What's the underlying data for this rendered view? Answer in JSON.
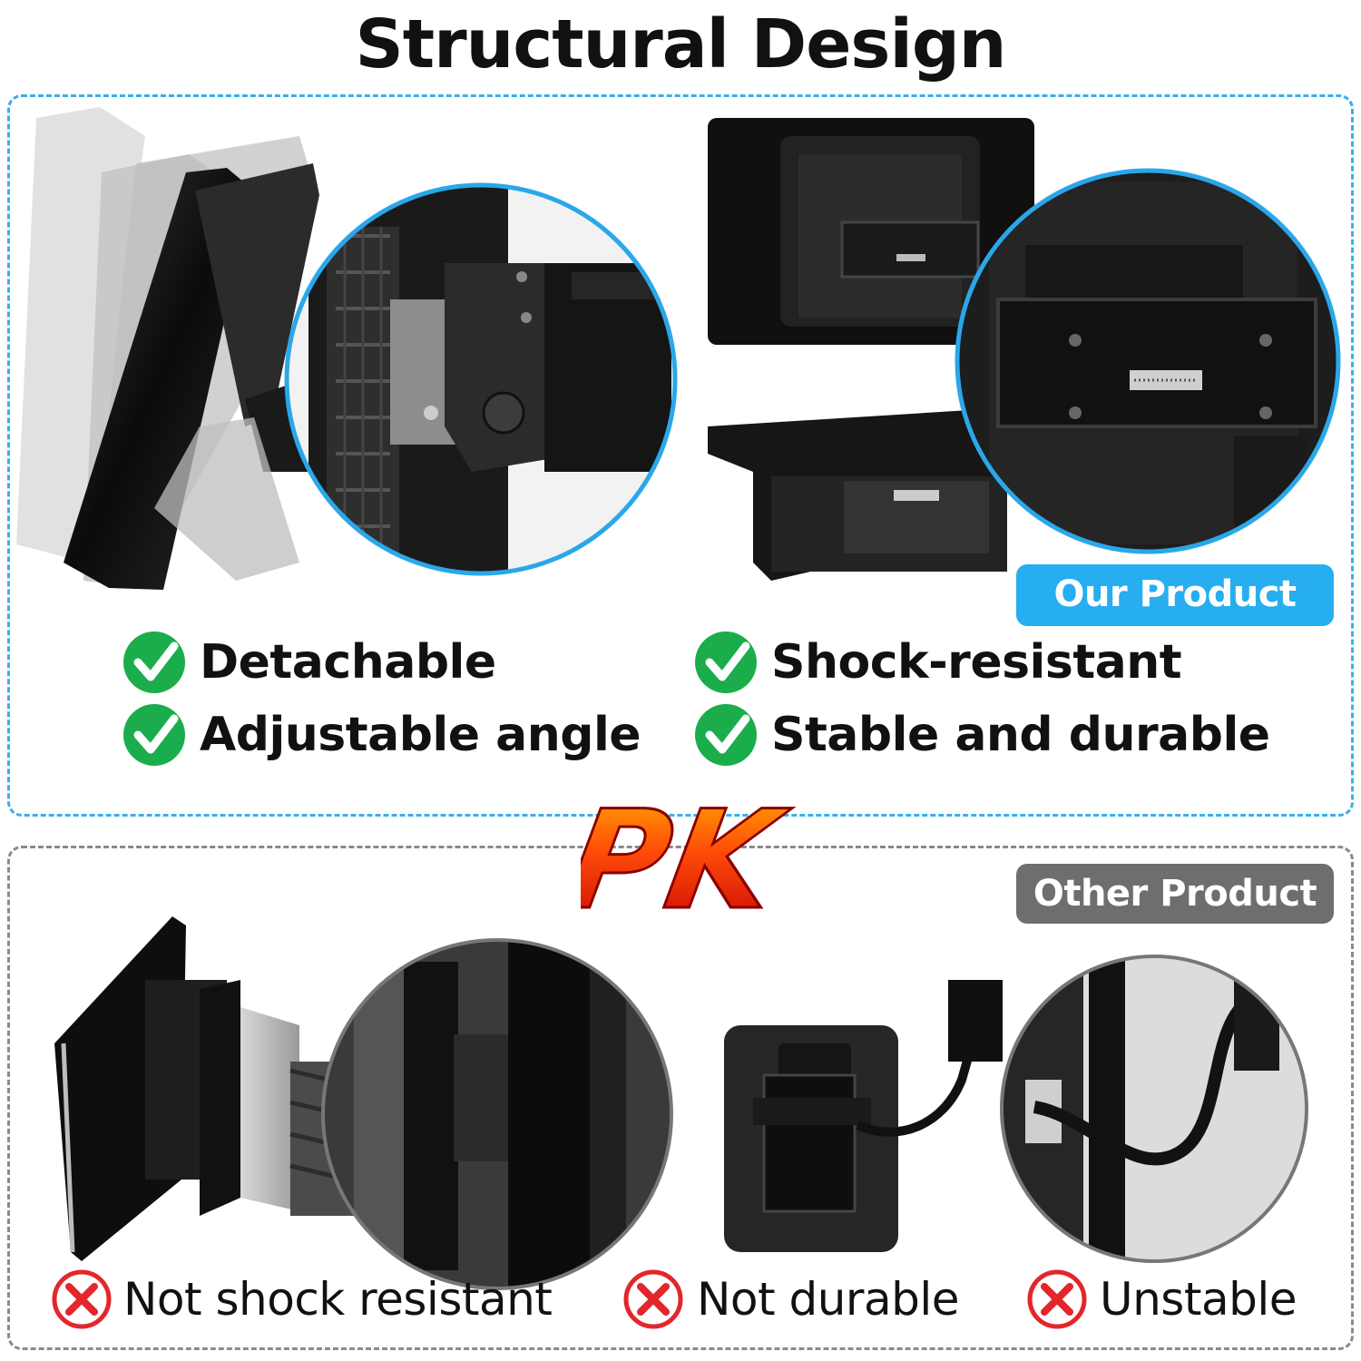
{
  "page": {
    "title": "Structural Design"
  },
  "our_product": {
    "badge": "Our Product",
    "features": [
      {
        "label": "Detachable",
        "icon": "check-circle-icon"
      },
      {
        "label": "Adjustable angle",
        "icon": "check-circle-icon"
      },
      {
        "label": "Shock-resistant",
        "icon": "check-circle-icon"
      },
      {
        "label": "Stable and durable",
        "icon": "check-circle-icon"
      }
    ]
  },
  "versus": {
    "label": "PK"
  },
  "other_product": {
    "badge": "Other Product",
    "issues": [
      {
        "label": "Not shock resistant",
        "icon": "x-circle-icon"
      },
      {
        "label": "Not durable",
        "icon": "x-circle-icon"
      },
      {
        "label": "Unstable",
        "icon": "x-circle-icon"
      }
    ]
  },
  "colors": {
    "accent_blue": "#27aef0",
    "panel_blue": "#38b0e8",
    "check_green": "#1bad4b",
    "cross_red": "#e3262b",
    "other_gray": "#6e6e6e"
  }
}
